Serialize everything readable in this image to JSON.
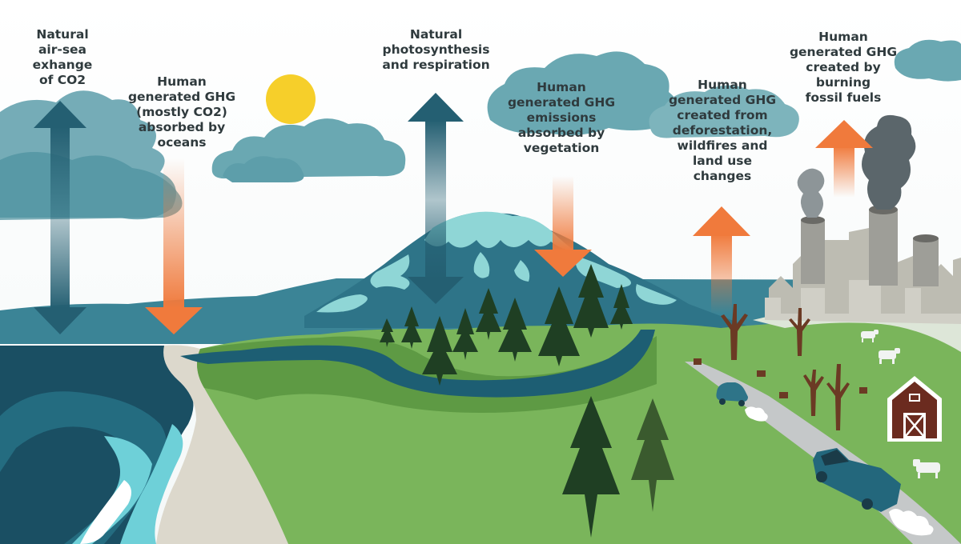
{
  "labels": {
    "air_sea": "Natural\nair-sea\nexhange\nof CO2",
    "oceans": "Human\ngenerated GHG\n(mostly CO2)\nabsorbed by\noceans",
    "photosynthesis": "Natural\nphotosynthesis\nand respiration",
    "vegetation": "Human\ngenerated GHG\nemissions\nabsorbed by\nvegetation",
    "deforestation": "Human\ngenerated GHG\ncreated from\ndeforestation,\nwildfires and\nland use\nchanges",
    "fossil_fuels": "Human\ngenerated GHG\ncreated by\nburning\nfossil fuels"
  },
  "colors": {
    "natural_arrow": "#245f72",
    "human_arrow": "#f07a3c",
    "cloud": "#5d9eaa",
    "ocean": "#1a4f63",
    "sea_foam": "#6ed0d8",
    "grass": "#7ab55b",
    "grass_dark": "#5e9a44",
    "river": "#1d5e73",
    "forest": "#1f3f23",
    "sun": "#f6cf2a",
    "mountain": "#2e7488",
    "snow": "#8fd6d6",
    "beach": "#dcd8cc",
    "city": "#bdbcb2",
    "smoke": "#5b666b",
    "barn": "#6b2b1f",
    "road": "#c5c8c9"
  },
  "icons": [
    "sun-icon",
    "cloud-icon",
    "mountain-icon",
    "tree-icon",
    "factory-icon",
    "barn-icon",
    "cow-icon",
    "car-icon",
    "truck-icon",
    "wave-icon"
  ]
}
